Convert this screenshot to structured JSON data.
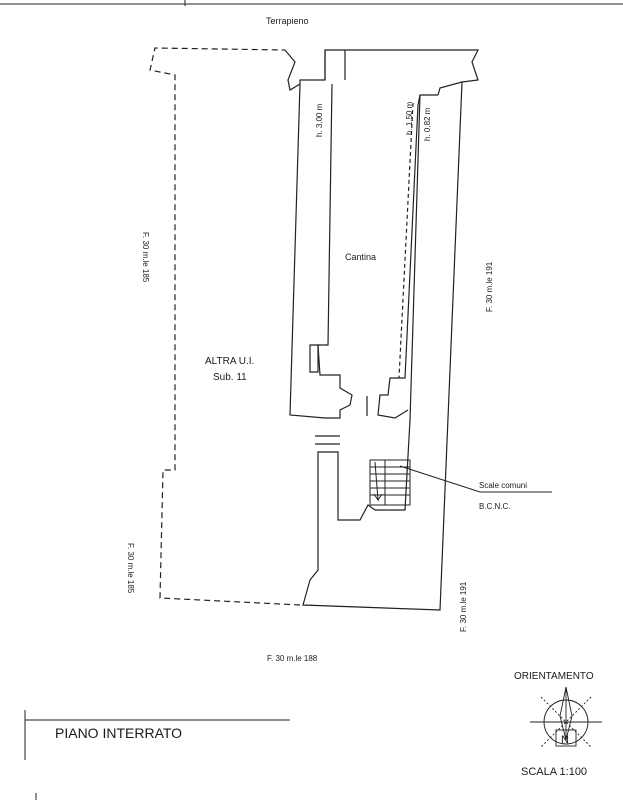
{
  "labels": {
    "terrapieno": "Terrapieno",
    "foglio_185_top": "F. 30 m.le 185",
    "foglio_185_bottom": "F. 30 m.le 185",
    "foglio_191_top": "F. 30 m.le 191",
    "foglio_191_bottom": "F. 30 m.le 191",
    "foglio_188": "F. 30 m.le 188",
    "altra_ui": "ALTRA U.I.",
    "sub": "Sub. 11",
    "cantina": "Cantina",
    "h_300": "h. 3,00 m",
    "h_150": "h. 1,50 m",
    "h_082": "h. 0,82 m",
    "scale_comuni": "Scale comuni",
    "bcnc": "B.C.N.C.",
    "piano": "PIANO INTERRATO",
    "orientamento": "ORIENTAMENTO",
    "scala": "SCALA 1:100",
    "north": "N"
  },
  "colors": {
    "ink": "#1a1a1a",
    "paper": "#ffffff"
  },
  "icons": {
    "compass": "compass-rose-icon"
  }
}
